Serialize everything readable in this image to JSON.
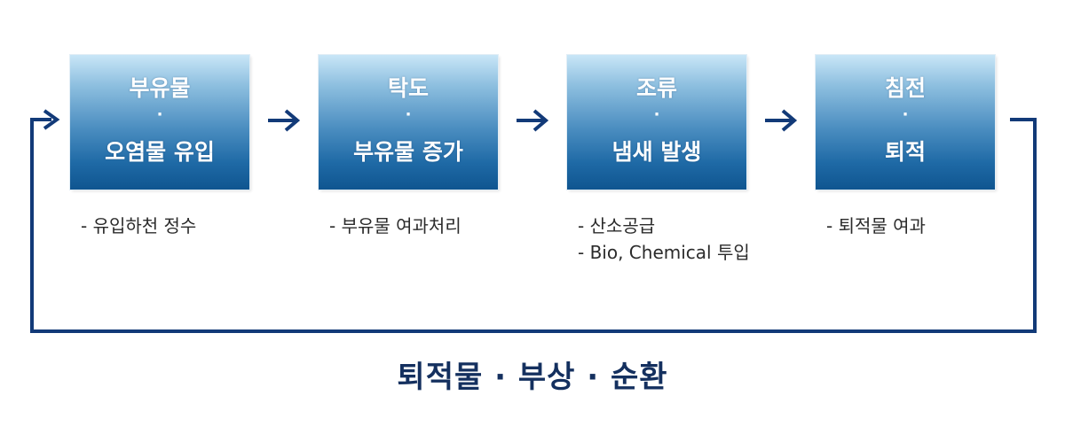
{
  "colors": {
    "accent": "#123a78",
    "box_top": "#c9e6f7",
    "box_bottom": "#0f5590"
  },
  "stages": [
    {
      "line1": "부유물",
      "dot": "·",
      "line2": "오염물 유입",
      "details": [
        "- 유입하천 정수"
      ]
    },
    {
      "line1": "탁도",
      "dot": "·",
      "line2": "부유물 증가",
      "details": [
        "- 부유물 여과처리"
      ]
    },
    {
      "line1": "조류",
      "dot": "·",
      "line2": "냄새 발생",
      "details": [
        "- 산소공급",
        "- Bio, Chemical 투입"
      ]
    },
    {
      "line1": "침전",
      "dot": "·",
      "line2": "퇴적",
      "details": [
        "- 퇴적물 여과"
      ]
    }
  ],
  "cycle_label": "퇴적물 · 부상 · 순환"
}
